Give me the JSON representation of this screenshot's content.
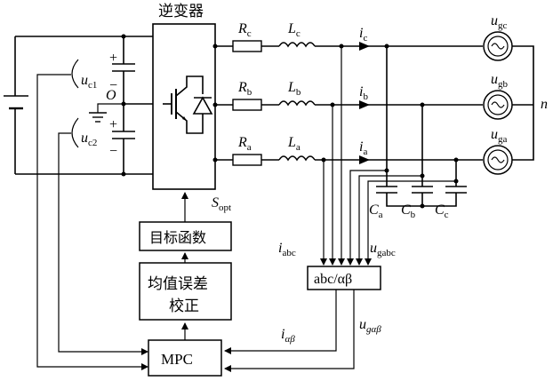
{
  "labels": {
    "inverter": "逆变器",
    "objective": "目标函数",
    "mean_error_line1": "均值误差",
    "mean_error_line2": "校正",
    "mpc": "MPC",
    "transform": "abc/αβ",
    "node_O": "O",
    "node_n": "n",
    "uc1": {
      "main": "u",
      "sub": "c1"
    },
    "uc2": {
      "main": "u",
      "sub": "c2"
    },
    "Rc": {
      "main": "R",
      "sub": "c"
    },
    "Rb": {
      "main": "R",
      "sub": "b"
    },
    "Ra": {
      "main": "R",
      "sub": "a"
    },
    "Lc": {
      "main": "L",
      "sub": "c"
    },
    "Lb": {
      "main": "L",
      "sub": "b"
    },
    "La": {
      "main": "L",
      "sub": "a"
    },
    "ic": {
      "main": "i",
      "sub": "c"
    },
    "ib": {
      "main": "i",
      "sub": "b"
    },
    "ia": {
      "main": "i",
      "sub": "a"
    },
    "ugc": {
      "main": "u",
      "sub": "gc"
    },
    "ugb": {
      "main": "u",
      "sub": "gb"
    },
    "uga": {
      "main": "u",
      "sub": "ga"
    },
    "Ca": {
      "main": "C",
      "sub": "a"
    },
    "Cb": {
      "main": "C",
      "sub": "b"
    },
    "Cc": {
      "main": "C",
      "sub": "c"
    },
    "Sopt": {
      "main": "S",
      "sub": "opt"
    },
    "iabc": {
      "main": "i",
      "sub": "abc"
    },
    "ugabc": {
      "main": "u",
      "sub": "gabc"
    },
    "ialphabeta": {
      "main": "i",
      "sub": "αβ"
    },
    "ugalphabeta": {
      "main": "u",
      "sub": "gαβ"
    },
    "plus_top": "+",
    "minus_top": "−",
    "plus_bottom": "+",
    "minus_bottom": "−"
  }
}
